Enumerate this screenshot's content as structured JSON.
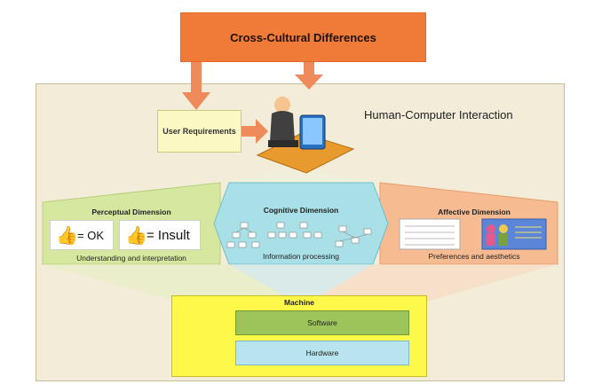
{
  "diagram": {
    "top_box_label": "Cross-Cultural Differences",
    "hci_title": "Human-Computer Interaction",
    "user_requirements_label": "User Requirements",
    "dimensions": [
      {
        "title": "Perceptual Dimension",
        "caption": "Understanding and interpretation",
        "color": "#d4e79a"
      },
      {
        "title": "Cognitive Dimension",
        "caption": "Information processing",
        "color": "#a9dfe6"
      },
      {
        "title": "Affective Dimension",
        "caption": "Preferences and aesthetics",
        "color": "#f6b98d"
      }
    ],
    "gesture_examples": [
      {
        "label": "= OK",
        "icon": "thumbs-up-icon"
      },
      {
        "label": "= Insult",
        "icon": "thumbs-up-icon"
      }
    ],
    "machine": {
      "title": "Machine",
      "software_label": "Software",
      "hardware_label": "Hardware"
    },
    "colors": {
      "top_box": "#f07a38",
      "arrow": "#ef8a5a",
      "hci_panel": "#f3ecd8",
      "machine": "#fef84a",
      "software": "#9cc45a",
      "hardware": "#b7e4ee"
    }
  }
}
